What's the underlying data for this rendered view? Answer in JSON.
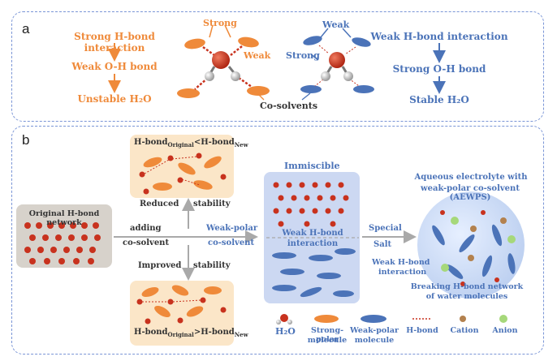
{
  "panel_a": {
    "label": "a",
    "left_chain": [
      "Strong H-bond interaction",
      "Weak O-H bond",
      "Unstable H₂O"
    ],
    "right_chain": [
      "Weak H-bond interaction",
      "Strong O-H bond",
      "Stable H₂O"
    ],
    "strong_label_left": "Strong",
    "weak_label_left": "Weak",
    "weak_label_right": "Weak",
    "strong_label_right": "Strong",
    "cosolvents": "Co-solvents"
  },
  "panel_b": {
    "label": "b",
    "original_network": "Original H-bond network",
    "adding": "adding",
    "cosolvent": "co-solvent",
    "reduced": "Reduced",
    "stability_top": "stability",
    "improved": "Improved",
    "stability_bottom": "stability",
    "weak_polar": "Weak-polar",
    "weak_polar_cosolvent": "co-solvent",
    "hbond_word": "H-bond",
    "original_sub": "Original",
    "new_sub": "New",
    "less_than": "<",
    "greater_than": ">",
    "immiscible": "Immiscible",
    "weak_hbond_interaction_1": "Weak H-bond",
    "weak_hbond_interaction_2": "interaction",
    "special": "Special",
    "salt": "Salt",
    "aewps_title_1": "Aqueous electrolyte with",
    "aewps_title_2": "weak-polar co-solvent (AEWPS)",
    "weak_hbond_2a": "Weak H-bond",
    "weak_hbond_2b": "interaction",
    "breaking_1": "Breaking H-bond network",
    "breaking_2": "of water molecules"
  },
  "legend": {
    "h2o": "H₂O",
    "strong_polar_1": "Strong-polar",
    "strong_polar_2": "molecule",
    "weak_polar_1": "Weak-polar",
    "weak_polar_2": "molecule",
    "hbond": "H-bond",
    "cation": "Cation",
    "anion": "Anion"
  },
  "colors": {
    "orange": "#ef8a3a",
    "blue": "#4b73b8",
    "red_atom": "#c8321e",
    "panel_border": "#7a95d6"
  }
}
